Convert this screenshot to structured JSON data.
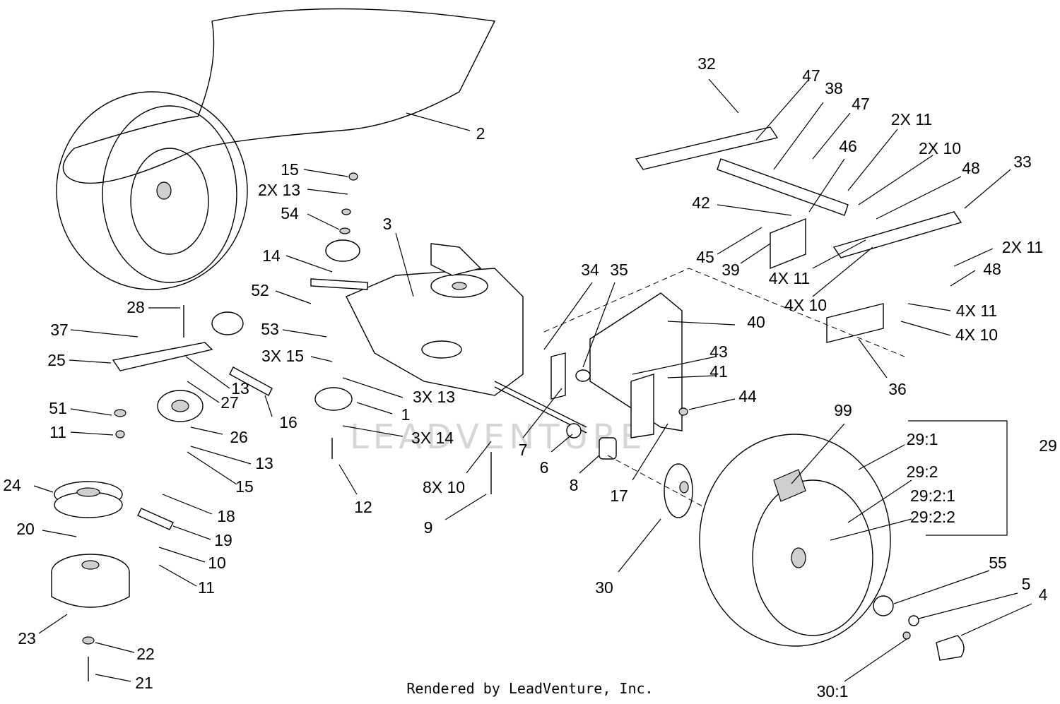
{
  "diagram": {
    "watermark": "LEADVENTURE",
    "footer": "Rendered by LeadVenture, Inc.",
    "callouts": [
      "2",
      "15",
      "2X 13",
      "54",
      "3",
      "14",
      "52",
      "28",
      "37",
      "25",
      "53",
      "3X 15",
      "13",
      "27",
      "16",
      "51",
      "11",
      "26",
      "13",
      "15",
      "3X 13",
      "1",
      "3X 14",
      "12",
      "8X 10",
      "9",
      "7",
      "6",
      "8",
      "17",
      "34",
      "35",
      "40",
      "43",
      "41",
      "44",
      "32",
      "47",
      "38",
      "47",
      "2X 11",
      "46",
      "2X 10",
      "33",
      "48",
      "42",
      "45",
      "39",
      "4X 11",
      "4X 10",
      "2X 11",
      "48",
      "4X 11",
      "4X 10",
      "36",
      "24",
      "20",
      "18",
      "19",
      "10",
      "11",
      "23",
      "22",
      "21",
      "30",
      "99",
      "29:1",
      "29",
      "29:2",
      "29:2:1",
      "29:2:2",
      "55",
      "5",
      "4",
      "30:1"
    ]
  }
}
